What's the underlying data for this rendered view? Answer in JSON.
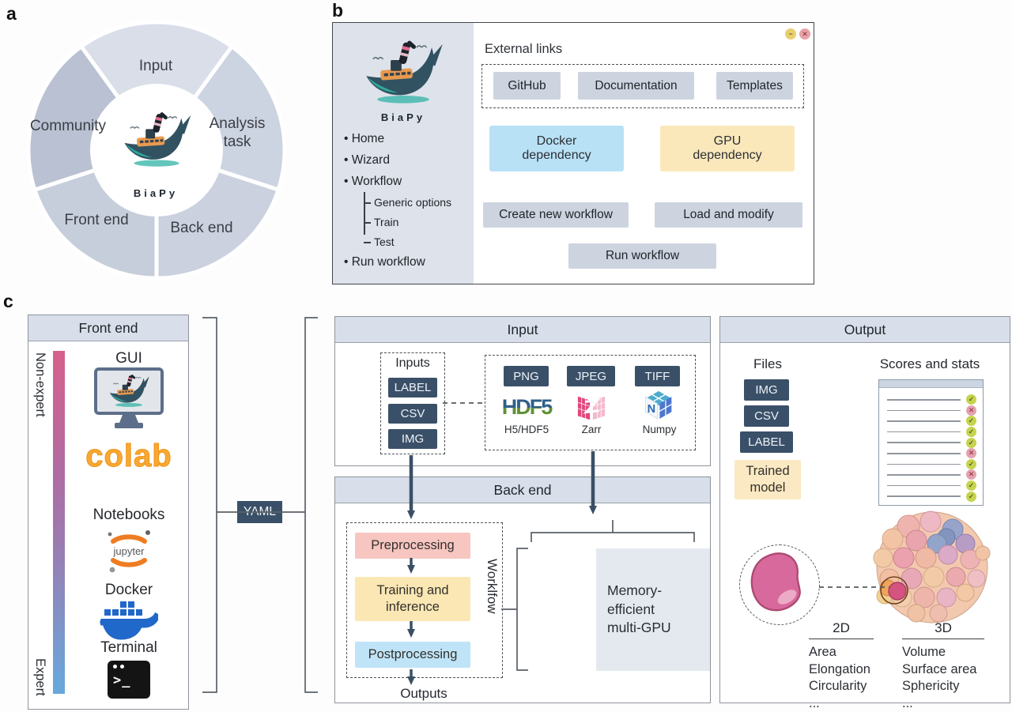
{
  "panel_a": {
    "label": "a",
    "segments": [
      "Input",
      "Analysis task",
      "Back end",
      "Front end",
      "Community"
    ],
    "center_label": "BiaPy"
  },
  "panel_b": {
    "label": "b",
    "controls": {
      "minimize": "−",
      "close": "✕"
    },
    "sidebar": {
      "logo_label": "BiaPy",
      "menu": [
        {
          "label": "Home"
        },
        {
          "label": "Wizard"
        },
        {
          "label": "Workflow",
          "children": [
            "Generic options",
            "Train",
            "Test"
          ]
        },
        {
          "label": "Run workflow"
        }
      ]
    },
    "main": {
      "external_links_label": "External links",
      "link_buttons": [
        "GitHub",
        "Documentation",
        "Templates"
      ],
      "dependency_cards": [
        {
          "label": "Docker dependency",
          "color": "#b9e1f6"
        },
        {
          "label": "GPU dependency",
          "color": "#fae8bb"
        }
      ],
      "action_buttons": [
        "Create new workflow",
        "Load and modify"
      ],
      "run_button": "Run workflow"
    }
  },
  "panel_c": {
    "label": "c",
    "yaml_label": "YAML",
    "front_end": {
      "title": "Front end",
      "expertise_top": "Non-expert",
      "expertise_bottom": "Expert",
      "gui_label": "GUI",
      "colab_label": "colab",
      "notebooks_label": "Notebooks",
      "jupyter_wordmark": "jupyter",
      "docker_label": "Docker",
      "terminal_label": "Terminal",
      "terminal_prompt": ">_"
    },
    "input": {
      "title": "Input",
      "inputs_group": {
        "label": "Inputs",
        "chips": [
          "LABEL",
          "CSV",
          "IMG"
        ]
      },
      "formats_group": {
        "chips": [
          "PNG",
          "JPEG",
          "TIFF"
        ],
        "logos": [
          {
            "name": "HDF5",
            "wordmark": "HDF5",
            "label": "H5/HDF5"
          },
          {
            "name": "Zarr",
            "label": "Zarr"
          },
          {
            "name": "Numpy",
            "label": "Numpy"
          }
        ]
      }
    },
    "back_end": {
      "title": "Back end",
      "workflow_label": "Worklfow",
      "steps": [
        {
          "label": "Preprocessing",
          "color": "#f7c6c0"
        },
        {
          "label": "Training and inference",
          "color": "#fae7b4"
        },
        {
          "label": "Postprocessing",
          "color": "#bfe4f7"
        }
      ],
      "gpu_label": "Memory-efficient multi-GPU",
      "outputs_label": "Outputs"
    },
    "output": {
      "title": "Output",
      "files_label": "Files",
      "file_chips": [
        "IMG",
        "CSV",
        "LABEL"
      ],
      "trained_model_label": "Trained model",
      "scores_label": "Scores and stats",
      "scores_rows": [
        "check",
        "cross",
        "check",
        "check",
        "check",
        "cross",
        "check",
        "cross",
        "check",
        "check"
      ],
      "metrics_2d": {
        "title": "2D",
        "items": [
          "Area",
          "Elongation",
          "Circularity",
          "..."
        ]
      },
      "metrics_3d": {
        "title": "3D",
        "items": [
          "Volume",
          "Surface area",
          "Sphericity",
          "..."
        ]
      }
    }
  },
  "colors": {
    "navy": "#3a5068",
    "header_bar": "#d8dfea",
    "docker_card_blue": "#b9e1f6",
    "gpu_card_yellow": "#fae8bb",
    "step_pink": "#f7c6c0",
    "step_yellow": "#fae7b4",
    "step_blue": "#bfe4f7",
    "trained_model_yellow": "#fae9c2",
    "check_green": "#c6d34f",
    "cross_red": "#e2a2ae",
    "gradient_top": "#d7608c",
    "gradient_bottom": "#67a9dc"
  }
}
